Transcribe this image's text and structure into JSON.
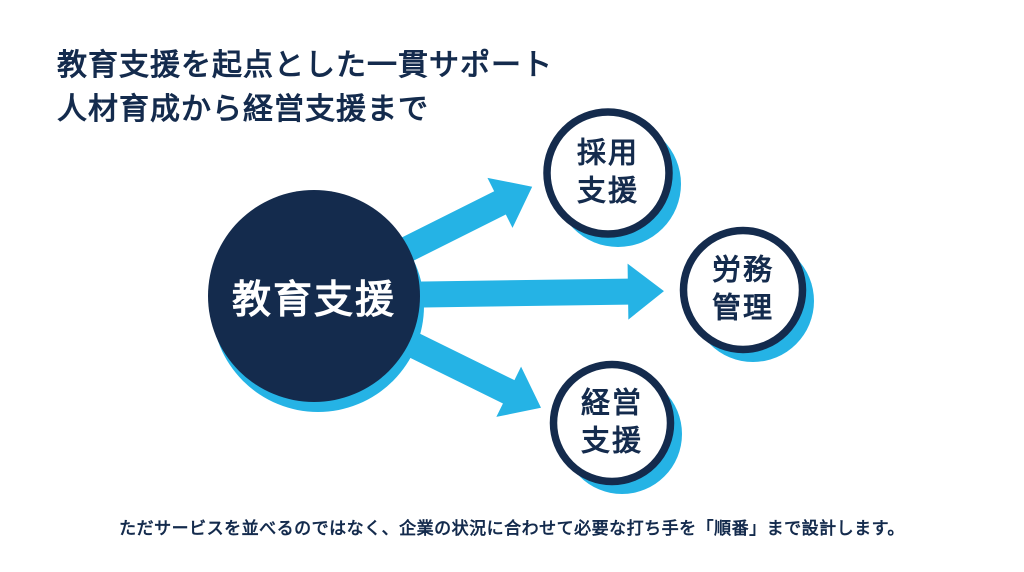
{
  "colors": {
    "navy": "#142b4d",
    "cyan": "#25b3e5",
    "background": "#ffffff",
    "center_text": "#ffffff"
  },
  "title": {
    "line1": "教育支援を起点とした一貫サポート",
    "line2": "人材育成から経営支援まで"
  },
  "diagram": {
    "center_node": {
      "label": "教育支援"
    },
    "nodes": [
      {
        "id": "recruitment-support",
        "label": "採用\n支援"
      },
      {
        "id": "labor-management",
        "label": "労務\n管理"
      },
      {
        "id": "management-support",
        "label": "経営\n支援"
      }
    ]
  },
  "caption": "ただサービスを並べるのではなく、企業の状況に合わせて必要な打ち手を「順番」まで設計します。"
}
